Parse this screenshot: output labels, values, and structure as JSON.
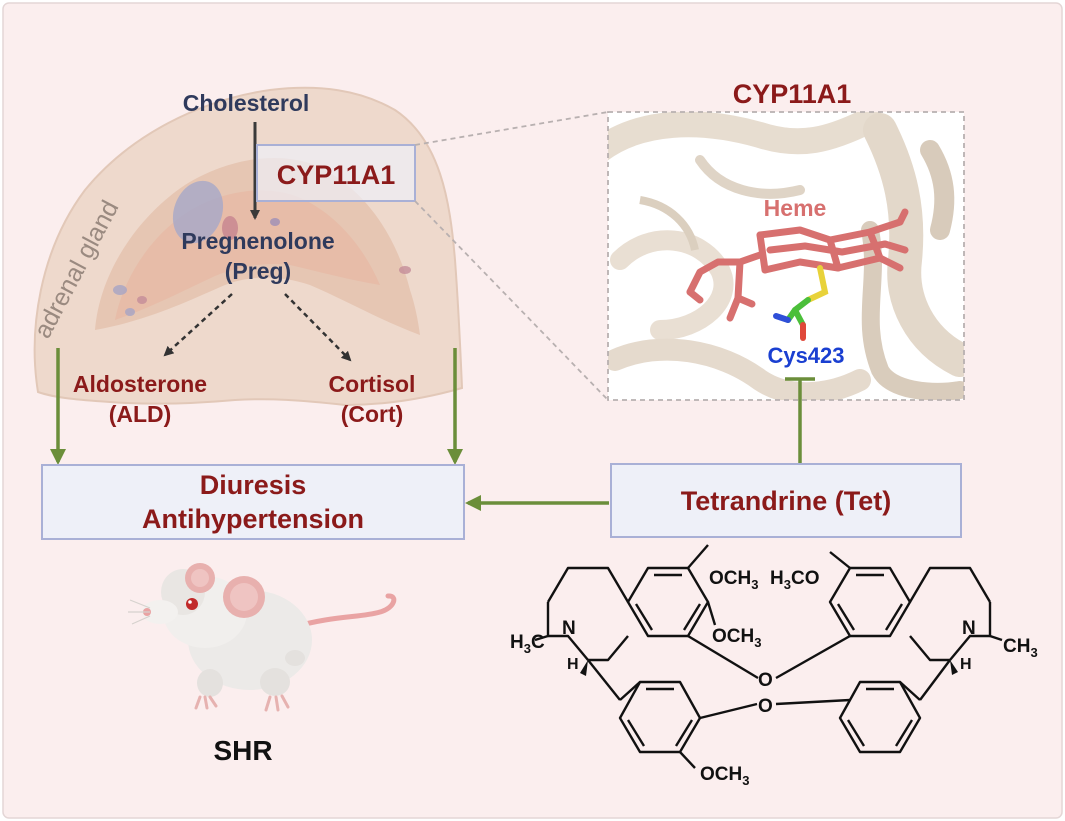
{
  "adrenal_label": "adrenal gland",
  "pathway": {
    "cholesterol": "Cholesterol",
    "enzyme": "CYP11A1",
    "preg_line1": "Pregnenolone",
    "preg_line2": "(Preg)",
    "ald_line1": "Aldosterone",
    "ald_line2": "(ALD)",
    "cort_line1": "Cortisol",
    "cort_line2": "(Cort)"
  },
  "effects": {
    "line1": "Diuresis",
    "line2": "Antihypertension"
  },
  "protein": {
    "title": "CYP11A1",
    "heme": "Heme",
    "residue": "Cys423"
  },
  "drug": {
    "name": "Tetrandrine (Tet)"
  },
  "molecule": {
    "och3_top_left": "OCH",
    "och3_mid_left": "OCH",
    "h3co_top_right_a": "H",
    "h3co_top_right_b": "CO",
    "sub3": "3",
    "n_left": "N",
    "n_right": "N",
    "h3c_left_a": "H",
    "h3c_left_b": "C",
    "ch3_right": "CH",
    "h_left": "H",
    "h_right": "H",
    "o_top": "O",
    "o_bottom": "O",
    "och3_bottom": "OCH"
  },
  "model": {
    "label": "SHR"
  },
  "colors": {
    "background": "#fbeeee",
    "dark_red": "#8b1a1a",
    "navy": "#2f3a5c",
    "arrow_green": "#6b8e3a",
    "box_fill": "#eef0f8",
    "box_stroke": "#a9b0d6",
    "heme": "#d7706f",
    "cys_blue": "#1a3fd1"
  }
}
